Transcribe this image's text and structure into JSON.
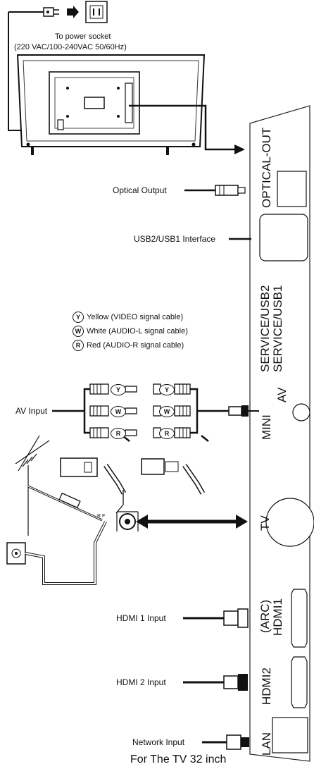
{
  "power": {
    "caption_line1": "To power socket",
    "caption_line2": "(220 VAC/100-240VAC 50/60Hz)"
  },
  "connectors": {
    "optical_out": "OPTICAL-OUT",
    "service_usb": [
      "SERVICE/USB2",
      "SERVICE/USB1"
    ],
    "mini_av": [
      "MINI",
      "AV"
    ],
    "tv": "TV",
    "hdmi1": [
      "(ARC)",
      "HDMI1"
    ],
    "hdmi2": "HDMI2",
    "lan": "LAN"
  },
  "labels": {
    "optical_output": "Optical Output",
    "usb_interface": "USB2/USB1 Interface",
    "av_input": "AV Input",
    "rf": "R F",
    "hdmi1_input": "HDMI 1 Input",
    "hdmi2_input": "HDMI 2 Input",
    "network_input": "Network Input"
  },
  "legend": [
    {
      "letter": "Y",
      "text": "Yellow (VIDEO signal cable)"
    },
    {
      "letter": "W",
      "text": "White (AUDIO-L signal cable)"
    },
    {
      "letter": "R",
      "text": "Red (AUDIO-R signal cable)"
    }
  ],
  "rca_letters": [
    "Y",
    "W",
    "R"
  ],
  "caption": "For The TV 32 inch"
}
